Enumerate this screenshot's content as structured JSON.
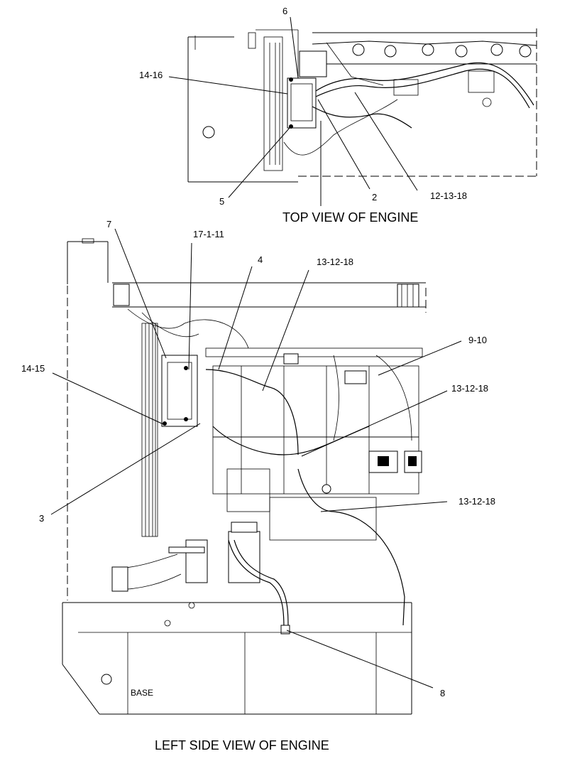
{
  "top_view": {
    "caption": "TOP VIEW OF ENGINE",
    "callouts": {
      "c6": "6",
      "c14_16": "14-16",
      "c5": "5",
      "c2": "2",
      "c12_13_18": "12-13-18"
    }
  },
  "side_view": {
    "caption": "LEFT SIDE VIEW OF ENGINE",
    "base_label": "BASE",
    "callouts": {
      "c7": "7",
      "c17_1_11": "17-1-11",
      "c4": "4",
      "c13_12_18_a": "13-12-18",
      "c9_10": "9-10",
      "c14_15": "14-15",
      "c13_12_18_b": "13-12-18",
      "c3": "3",
      "c13_12_18_c": "13-12-18",
      "c8": "8"
    }
  }
}
